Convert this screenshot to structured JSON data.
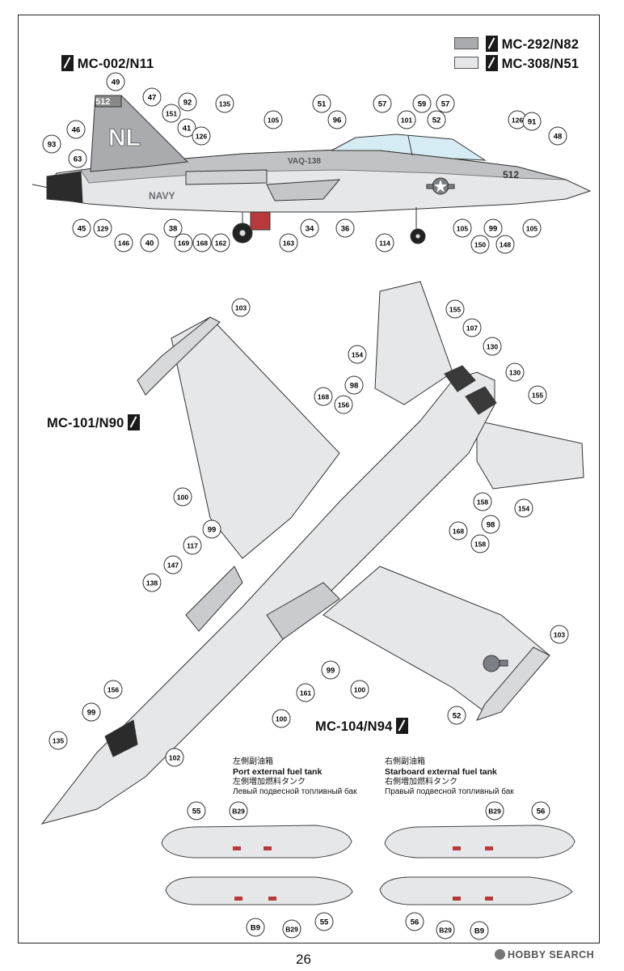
{
  "paints": {
    "mc292": {
      "label": "MC-292/N82",
      "color": "#a9abae"
    },
    "mc308": {
      "label": "MC-308/N51",
      "color": "#e6e7e9"
    },
    "mc002": {
      "label": "MC-002/N11"
    },
    "mc101": {
      "label": "MC-101/N90"
    },
    "mc104": {
      "label": "MC-104/N94"
    }
  },
  "side_view": {
    "tail_code": "NL",
    "modex": "512",
    "squadron": "VAQ-138",
    "navy": "NAVY",
    "callouts": [
      "49",
      "47",
      "92",
      "135",
      "51",
      "57",
      "59",
      "57",
      "105",
      "96",
      "101",
      "52",
      "126",
      "48",
      "151",
      "41",
      "126",
      "46",
      "93",
      "63",
      "45",
      "129",
      "146",
      "40",
      "38",
      "169",
      "168",
      "162",
      "163",
      "34",
      "36",
      "114",
      "105",
      "150",
      "99",
      "148",
      "105",
      "91"
    ]
  },
  "plan_view": {
    "callouts": [
      "103",
      "155",
      "107",
      "130",
      "130",
      "154",
      "98",
      "156",
      "168",
      "155",
      "100",
      "158",
      "154",
      "99",
      "117",
      "168",
      "98",
      "158",
      "147",
      "138",
      "99",
      "100",
      "161",
      "103",
      "52",
      "156",
      "99",
      "102",
      "135",
      "100"
    ]
  },
  "tanks": {
    "port": {
      "title_cn": "左側副油箱",
      "title_en": "Port external fuel tank",
      "title_jp": "左側増加燃料タンク",
      "title_ru": "Левый подвесной топливный бак",
      "callouts_top": [
        "55",
        "B29"
      ],
      "callouts_bottom": [
        "B9",
        "B29",
        "55"
      ]
    },
    "starboard": {
      "title_cn": "右側副油箱",
      "title_en": "Starboard external fuel tank",
      "title_jp": "右側増加燃料タンク",
      "title_ru": "Правый подвесной топливный бак",
      "callouts_top": [
        "B29",
        "56"
      ],
      "callouts_bottom": [
        "56",
        "B29",
        "B9"
      ]
    }
  },
  "page_number": "26",
  "watermark": "HOBBY SEARCH"
}
